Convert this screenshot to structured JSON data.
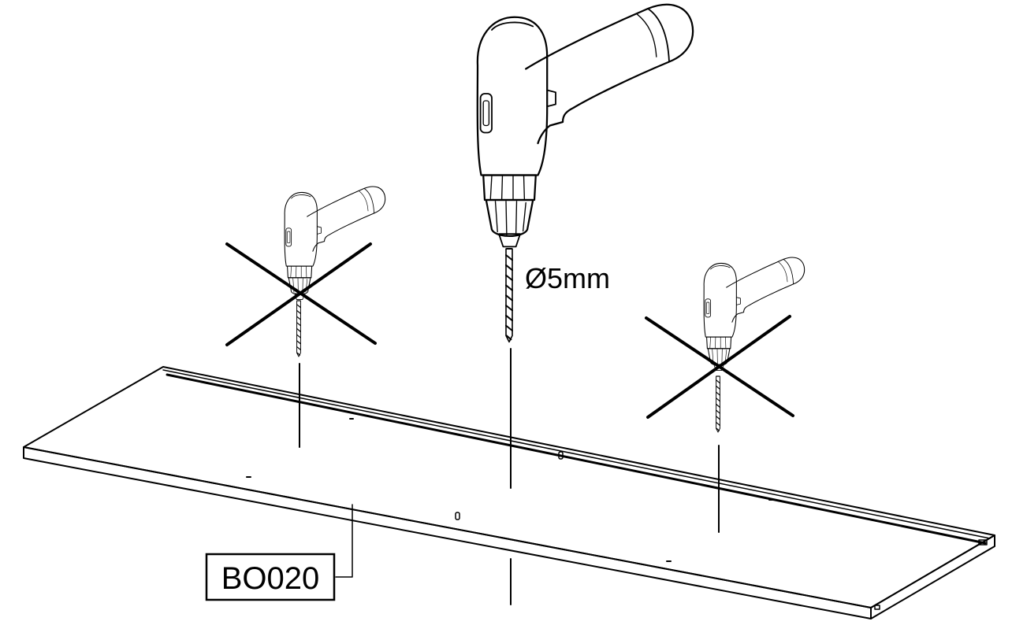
{
  "diagram": {
    "drill_size_label": "Ø5mm",
    "part_label": "BO020",
    "drills": [
      {
        "role": "correct",
        "crossed_out": false,
        "icon": "drill-icon"
      },
      {
        "role": "wrong-angle-left",
        "crossed_out": true,
        "icon": "drill-icon"
      },
      {
        "role": "wrong-angle-right",
        "crossed_out": true,
        "icon": "drill-icon"
      }
    ],
    "colors": {
      "line": "#000000",
      "background": "#ffffff"
    }
  }
}
